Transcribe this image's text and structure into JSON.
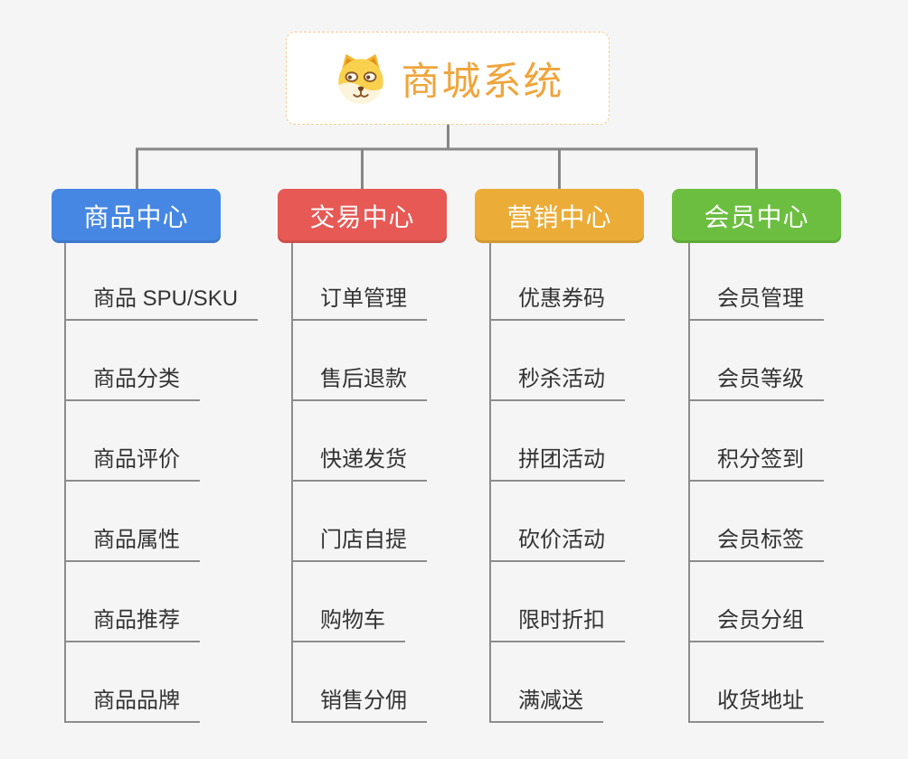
{
  "root": {
    "title": "商城系统",
    "icon": "dog-face-icon",
    "title_color": "#efa53c",
    "border_color": "#f2cd92"
  },
  "branches": [
    {
      "label": "商品中心",
      "color": "#4687e3",
      "children": [
        "商品 SPU/SKU",
        "商品分类",
        "商品评价",
        "商品属性",
        "商品推荐",
        "商品品牌"
      ]
    },
    {
      "label": "交易中心",
      "color": "#e65955",
      "children": [
        "订单管理",
        "售后退款",
        "快递发货",
        "门店自提",
        "购物车",
        "销售分佣"
      ]
    },
    {
      "label": "营销中心",
      "color": "#ebac38",
      "children": [
        "优惠券码",
        "秒杀活动",
        "拼团活动",
        "砍价活动",
        "限时折扣",
        "满减送"
      ]
    },
    {
      "label": "会员中心",
      "color": "#6cbe40",
      "children": [
        "会员管理",
        "会员等级",
        "积分签到",
        "会员标签",
        "会员分组",
        "收货地址"
      ]
    }
  ]
}
